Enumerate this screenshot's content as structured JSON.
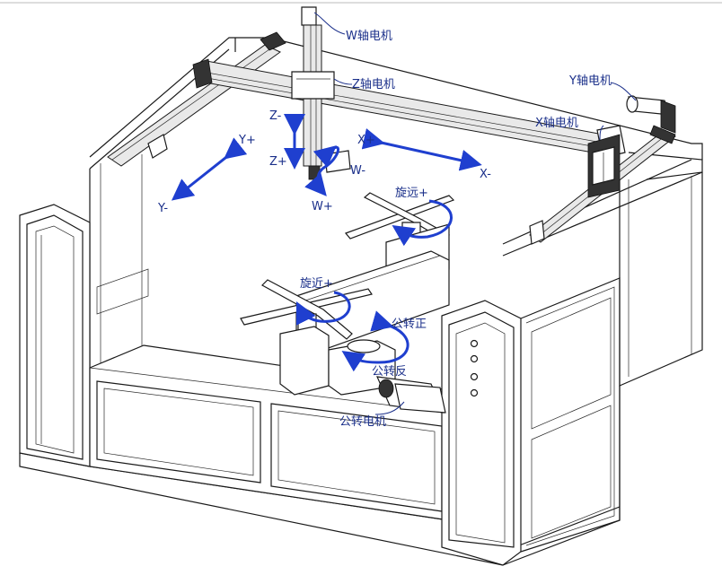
{
  "labels": {
    "w_motor": "W轴电机",
    "z_motor": "Z轴电机",
    "y_motor": "Y轴电机",
    "x_motor": "X轴电机",
    "z_minus": "Z-",
    "z_plus": "Z+",
    "y_plus": "Y+",
    "y_minus": "Y-",
    "x_plus": "X+",
    "x_minus": "X-",
    "w_minus": "W-",
    "w_plus": "W+",
    "far_rotate_plus": "旋远+",
    "near_rotate_plus": "旋近+",
    "revolve_positive": "公转正",
    "revolve_negative": "公转反",
    "revolve_motor": "公转电机"
  },
  "colors": {
    "arrow": "#1f3fcf",
    "label": "#1a2f8a",
    "line": "#1a1a1a"
  }
}
